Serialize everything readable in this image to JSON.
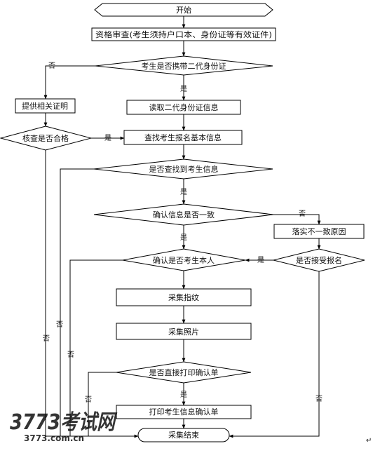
{
  "nodes": {
    "start": "开始",
    "qualification_check": "资格审查(考生须持户口本、身份证等有效证件)",
    "has_id_card": "考生是否携带二代身份证",
    "provide_proof": "提供相关证明",
    "read_id_info": "读取二代身份证信息",
    "verify_ok": "核查是否合格",
    "find_basic_info": "查找考生报名基本信息",
    "found_info": "是否查找到考生信息",
    "info_consistent": "确认信息是否一致",
    "find_inconsistency": "落实不一致原因",
    "accept_registration": "是否接受报名",
    "is_self": "确认是否考生本人",
    "collect_fingerprint": "采集指纹",
    "collect_photo": "采集照片",
    "print_directly": "是否直接打印确认单",
    "print_confirmation": "打印考生信息确认单",
    "end": "采集结束"
  },
  "edge_labels": {
    "yes": "是",
    "no": "否"
  },
  "watermark": {
    "brand": "3773考试网",
    "url": "3773.com.cn"
  },
  "colors": {
    "line": "#000000",
    "fill": "#ffffff",
    "watermark_brand": "#9ecbe6",
    "watermark_url": "#f29a9a"
  }
}
